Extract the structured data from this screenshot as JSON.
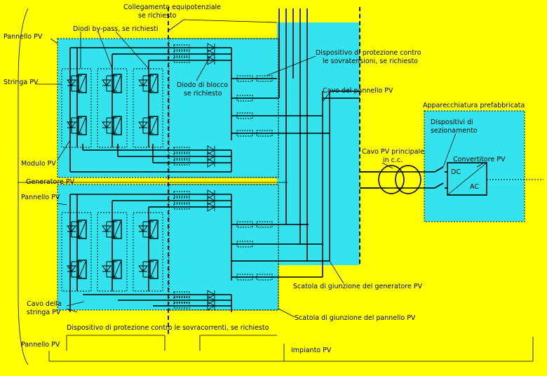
{
  "labels": {
    "equipotential": [
      "Collegamento equipotenziale",
      "se richiesto"
    ],
    "bypass": "Diodi by-pass, se richiesti",
    "pv_panel_1": "Pannello PV",
    "pv_string": "Stringa PV",
    "pv_module": "Modulo PV",
    "pv_generator": "Generatore PV",
    "pv_panel_2": "Pannello PV",
    "string_cable": [
      "Cavo della",
      "stringa PV"
    ],
    "overcurrent": "Dispositivo di protezione contro le sovracorrenti, se richiesto",
    "pv_panel_3": "Pannello PV",
    "pv_plant": "Impianto PV",
    "blocking_diode": [
      "Diodo di blocco",
      "se richiesto"
    ],
    "surge": [
      "Dispositivo di protezione contro",
      "le sovratensioni, se richiesto"
    ],
    "panel_cable": "Cavo del pannello PV",
    "main_cable": [
      "Cavo PV principale",
      "in c.c."
    ],
    "generator_box": "Scatola di giunzione del generatore PV",
    "panel_box": "Scatola di giunzione del pannello PV",
    "prefab": "Apparecchiatura prefabbricata",
    "disconnect": [
      "Dispositivi di",
      "sezionamento"
    ],
    "converter": "Convertitore PV",
    "dc": "DC",
    "ac": "AC"
  }
}
